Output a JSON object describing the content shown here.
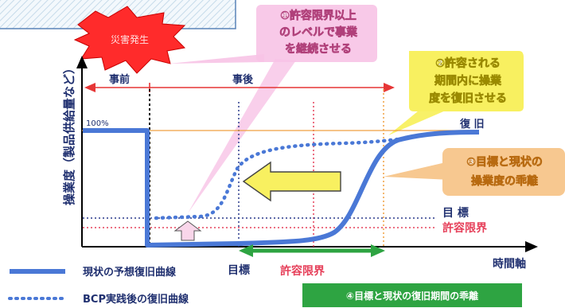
{
  "callouts": {
    "disaster": "災害発生",
    "c1": [
      "①許容限界以上",
      "のレベルで事業",
      "を継続させる"
    ],
    "c2": [
      "②許容される",
      "期間内に操業",
      "度を復旧させる"
    ],
    "c3": [
      "③目標と現状の",
      "操業度の乖離"
    ],
    "c4": "④目標と現状の復旧期間の乖離"
  },
  "chart": {
    "ylabel": "操業度（製品供給量など）",
    "xlabel": "時間軸",
    "before": "事前",
    "after": "事後",
    "pct100": "100%",
    "recovery": "復 旧",
    "target_right": "目 標",
    "limit_right": "許容限界",
    "target_bottom": "目標",
    "limit_bottom": "許容限界"
  },
  "legend": {
    "current": "現状の予想復旧曲線",
    "bcp": "BCP実践後の復旧曲線"
  },
  "colors": {
    "current_curve": "#4a78d6",
    "bcp_curve": "#4a78d6",
    "arrow_red": "#e63636",
    "target_line": "#2a3a8c",
    "limit_red": "#e6405a",
    "orange": "#f0a040",
    "pink_callout": "#f7c3e6",
    "yellow_callout": "#f8f060",
    "orange_callout": "#f7c890",
    "green_callout": "#2ea442"
  }
}
